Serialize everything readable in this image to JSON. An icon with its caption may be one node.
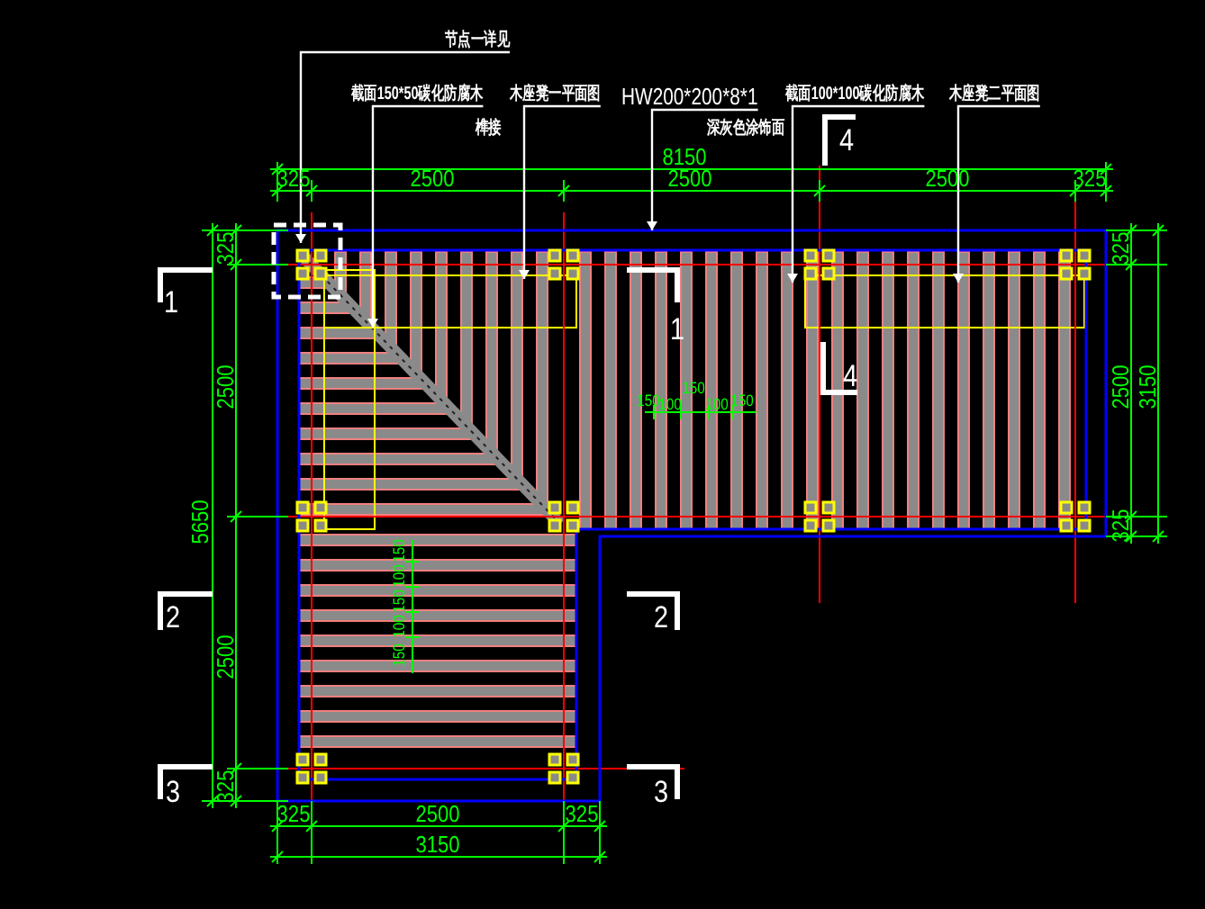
{
  "diagram": {
    "nodes": [
      {
        "text": [
          "节点一详见"
        ]
      },
      {
        "text": [
          "截面150*50碳化防腐木"
        ]
      },
      {
        "text": [
          "木座凳一平面图"
        ]
      },
      {
        "text": [
          "HW200*200*8*1"
        ]
      },
      {
        "text": [
          "截面100*100碳化防腐木"
        ]
      },
      {
        "text": [
          "木座凳二平面图"
        ]
      }
    ],
    "edges": [
      {
        "from": 0,
        "to": null,
        "arrow": "to"
      },
      {
        "from": 1,
        "to": null,
        "arrow": "to"
      },
      {
        "from": 2,
        "to": null,
        "arrow": "to"
      },
      {
        "from": 3,
        "to": null,
        "arrow": "to"
      },
      {
        "from": 4,
        "to": null,
        "arrow": "to"
      },
      {
        "from": 5,
        "to": null,
        "arrow": "to"
      }
    ],
    "labels": [
      "榫接",
      "深灰色涂饰面",
      "4",
      "8150",
      "325",
      "2500",
      "2500",
      "2500",
      "325",
      "325",
      "325",
      "1",
      "1",
      "4",
      "2500",
      "2500",
      "3150",
      "150",
      "100",
      "150",
      "100",
      "150",
      "5650",
      "325",
      "2",
      "2",
      "150",
      "100",
      "150",
      "100",
      "150",
      "2500",
      "325",
      "3",
      "3",
      "325",
      "2500",
      "325",
      "3150"
    ]
  }
}
